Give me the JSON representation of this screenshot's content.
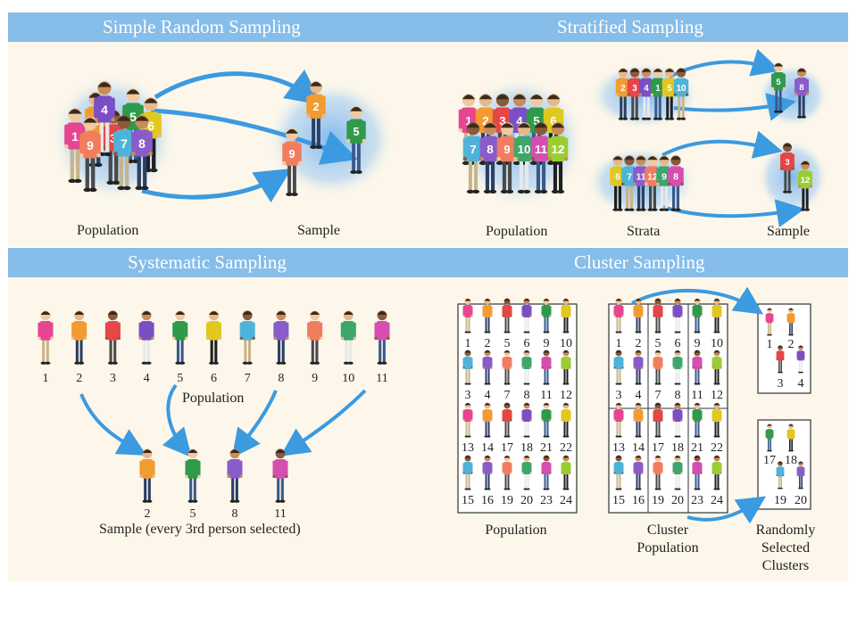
{
  "panels": {
    "simple_random": {
      "title": "Simple Random Sampling",
      "population_label": "Population",
      "sample_label": "Sample",
      "population_numbers": [
        "1",
        "2",
        "3",
        "4",
        "5",
        "6",
        "7",
        "8",
        "9"
      ],
      "sample_numbers": [
        "2",
        "5",
        "9"
      ]
    },
    "stratified": {
      "title": "Stratified Sampling",
      "population_label": "Population",
      "strata_label": "Strata",
      "sample_label": "Sample",
      "population_numbers": [
        "1",
        "2",
        "3",
        "4",
        "5",
        "6",
        "7",
        "8",
        "9",
        "10",
        "11",
        "12"
      ],
      "strata_top": [
        "2",
        "3",
        "4",
        "1",
        "5",
        "10"
      ],
      "strata_bottom": [
        "6",
        "7",
        "11",
        "12",
        "9",
        "8"
      ],
      "sample_top": [
        "5",
        "8"
      ],
      "sample_bottom": [
        "3",
        "12"
      ]
    },
    "systematic": {
      "title": "Systematic Sampling",
      "population_label": "Population",
      "population_numbers": [
        "1",
        "2",
        "3",
        "4",
        "5",
        "6",
        "7",
        "8",
        "9",
        "10",
        "11"
      ],
      "sample_numbers": [
        "2",
        "5",
        "8",
        "11"
      ],
      "sample_label": "Sample (every 3rd person selected)"
    },
    "cluster": {
      "title": "Cluster Sampling",
      "population_label": "Population",
      "cluster_population_label": "Cluster\nPopulation",
      "random_clusters_label": "Randomly\nSelected\nClusters",
      "population_rows": [
        [
          "1",
          "2",
          "5",
          "6",
          "9",
          "10"
        ],
        [
          "3",
          "4",
          "7",
          "8",
          "11",
          "12"
        ],
        [
          "13",
          "14",
          "17",
          "18",
          "21",
          "22"
        ],
        [
          "15",
          "16",
          "19",
          "20",
          "23",
          "24"
        ]
      ],
      "cluster_rows": [
        [
          "1",
          "2",
          "5",
          "6",
          "9",
          "10"
        ],
        [
          "3",
          "4",
          "7",
          "8",
          "11",
          "12"
        ],
        [
          "13",
          "14",
          "17",
          "18",
          "21",
          "22"
        ],
        [
          "15",
          "16",
          "19",
          "20",
          "23",
          "24"
        ]
      ],
      "selected_cluster_a": [
        "1",
        "2",
        "3",
        "4"
      ],
      "selected_cluster_b": [
        "17",
        "18",
        "19",
        "20"
      ]
    }
  },
  "colors": {
    "header": "#86bde9",
    "panel_bg": "#fcf7ea",
    "arrow": "#3b9ae0",
    "glow": "#7fb6ec"
  }
}
